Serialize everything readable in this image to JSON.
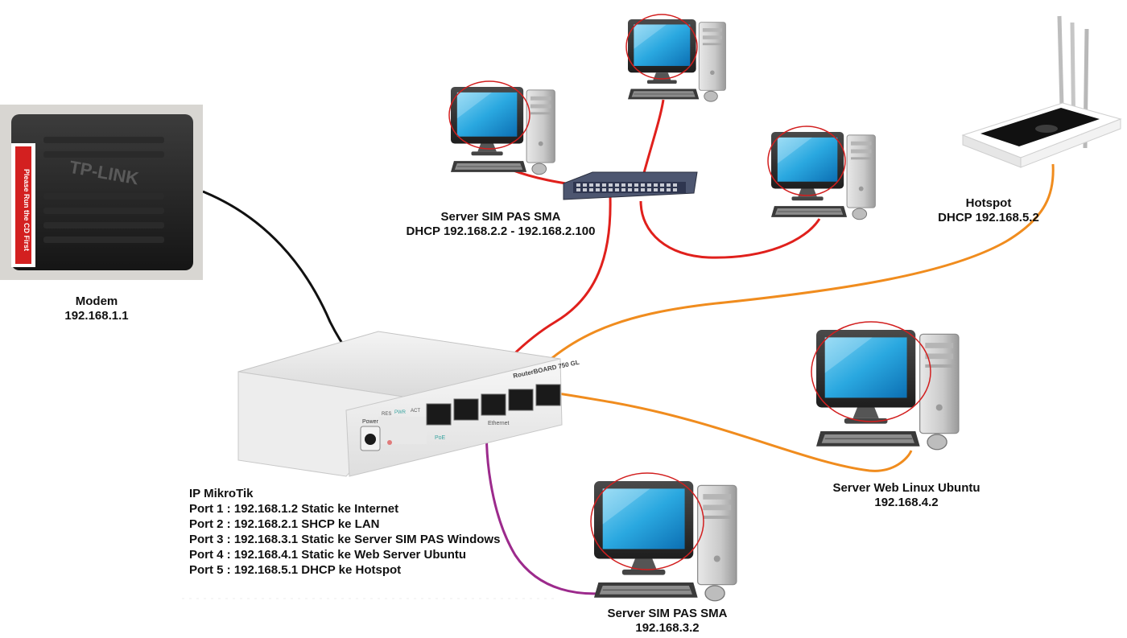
{
  "colors": {
    "internet_cable": "#111111",
    "lan_cable": "#e0201c",
    "ubuntu_hotspot_cable": "#f08c1e",
    "windows_server_cable": "#9c2a8c",
    "highlight_circle": "#d21f1f"
  },
  "modem": {
    "brand": "TP-LINK",
    "sticker": "Please Run the CD First",
    "name": "Modem",
    "ip": "192.168.1.1"
  },
  "router": {
    "model": "RouterBOARD 750 GL",
    "port_labels": [
      "Power",
      "RES",
      "PWR",
      "ACT",
      "Ethernet",
      "PoE"
    ]
  },
  "lan_server": {
    "name": "Server SIM PAS SMA",
    "dhcp": "DHCP 192.168.2.2 - 192.168.2.100"
  },
  "hotspot": {
    "name": "Hotspot",
    "dhcp": "DHCP 192.168.5.2"
  },
  "ubuntu_server": {
    "name": "Server Web Linux Ubuntu",
    "ip": "192.168.4.2"
  },
  "windows_server": {
    "name": "Server SIM PAS SMA",
    "ip": "192.168.3.2"
  },
  "mikrotik": {
    "title": "IP MikroTik",
    "ports": [
      "Port 1 : 192.168.1.2 Static ke Internet",
      "Port 2 : 192.168.2.1 SHCP ke LAN",
      "Port 3 : 192.168.3.1 Static  ke Server SIM PAS Windows",
      "Port 4 : 192.168.4.1 Static ke Web Server Ubuntu",
      "Port 5 : 192.168.5.1 DHCP ke Hotspot"
    ]
  }
}
